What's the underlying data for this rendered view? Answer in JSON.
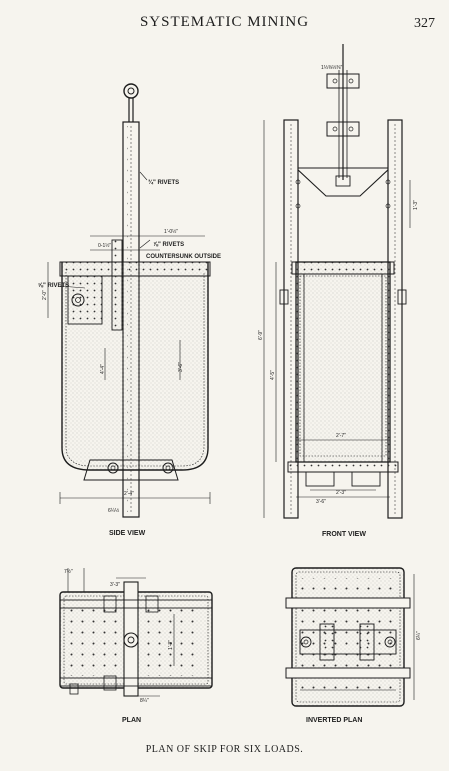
{
  "header": {
    "title": "SYSTEMATIC MINING",
    "page_number": "327"
  },
  "views": {
    "side": "SIDE VIEW",
    "front": "FRONT VIEW",
    "plan": "PLAN",
    "inverted": "INVERTED PLAN"
  },
  "annotations": {
    "rivets_1": "¾\" RIVETS",
    "rivets_2": "⅞\" RIVETS",
    "countersunk": "COUNTERSUNK OUTSIDE",
    "rivets_3": "⅝\" RIVETS"
  },
  "dimensions": {
    "d1": "1'-0½\"",
    "d2": "0-1½\"",
    "d3": "4'-4\"",
    "d4": "3'-6\"",
    "d5": "2'-0\"",
    "d6": "6'-9\"",
    "d7": "2'-7\"",
    "d8": "4'-5\"",
    "d9": "2'-3\"",
    "d10": "6¼½",
    "d11": "3'-6\"",
    "d12": "1'-3\"",
    "d13": "2'-4\"",
    "d14": "3'-3\"",
    "d15": "1⅓⅜⅓⅜\"",
    "d16": "7½\"",
    "d17": "1'-3\"",
    "d18": "8¼\"",
    "d19": "6¼\""
  },
  "caption": "PLAN OF SKIP FOR SIX LOADS."
}
